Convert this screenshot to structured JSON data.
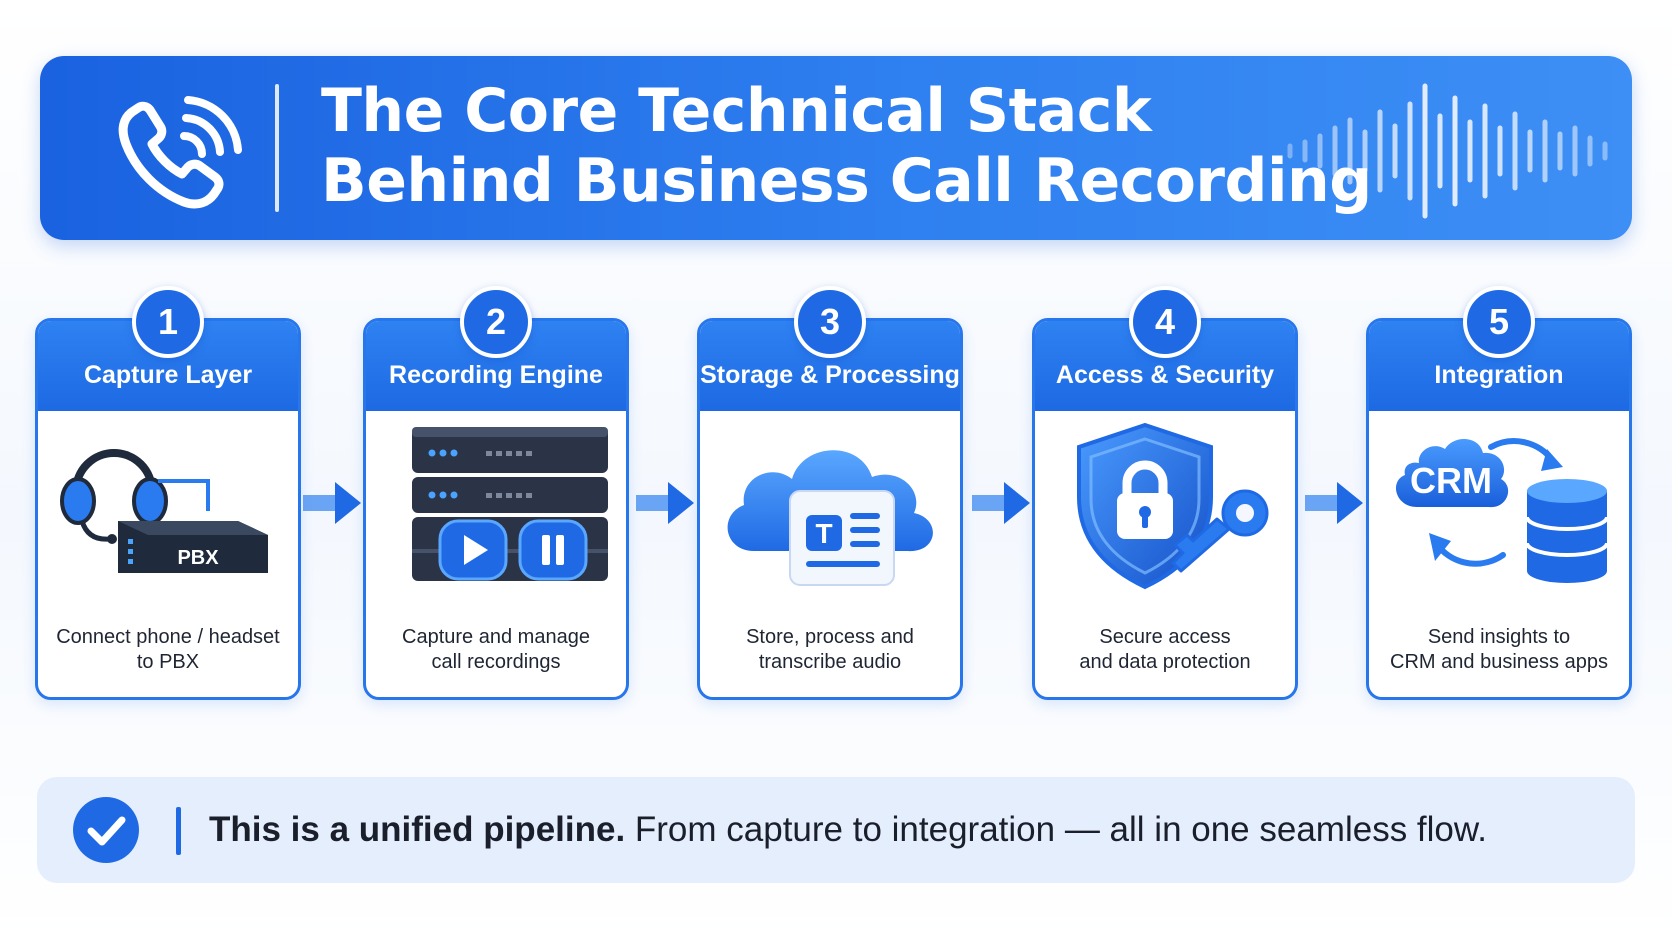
{
  "header": {
    "title_line1": "The Core Technical Stack",
    "title_line2": "Behind Business Call Recording",
    "icon": "phone-ringing-icon",
    "decoration": "sound-wave-icon"
  },
  "steps": [
    {
      "number": "1",
      "title": "Capture Layer",
      "desc_line1": "Connect phone / headset",
      "desc_line2": "to PBX",
      "icon": "headset-pbx-icon",
      "device_label": "PBX"
    },
    {
      "number": "2",
      "title": "Recording Engine",
      "desc_line1": "Capture and manage",
      "desc_line2": "call recordings",
      "icon": "server-rack-icon"
    },
    {
      "number": "3",
      "title": "Storage & Processing",
      "desc_line1": "Store, process and",
      "desc_line2": "transcribe audio",
      "icon": "cloud-transcript-icon",
      "doc_letter": "T"
    },
    {
      "number": "4",
      "title": "Access & Security",
      "desc_line1": "Secure access",
      "desc_line2": "and data protection",
      "icon": "shield-lock-key-icon"
    },
    {
      "number": "5",
      "title": "Integration",
      "desc_line1": "Send insights to",
      "desc_line2": "CRM and business apps",
      "icon": "crm-database-icon",
      "cloud_label": "CRM"
    }
  ],
  "footer": {
    "bold_text": "This is a unified pipeline.",
    "text": " From capture to integration — all in one seamless flow.",
    "icon": "check-circle-icon"
  },
  "colors": {
    "primary": "#1f6ae4",
    "header_gradient_end": "#3d8ff5",
    "footer_bg": "#e4eefc",
    "text_dark": "#1a1f2b"
  }
}
